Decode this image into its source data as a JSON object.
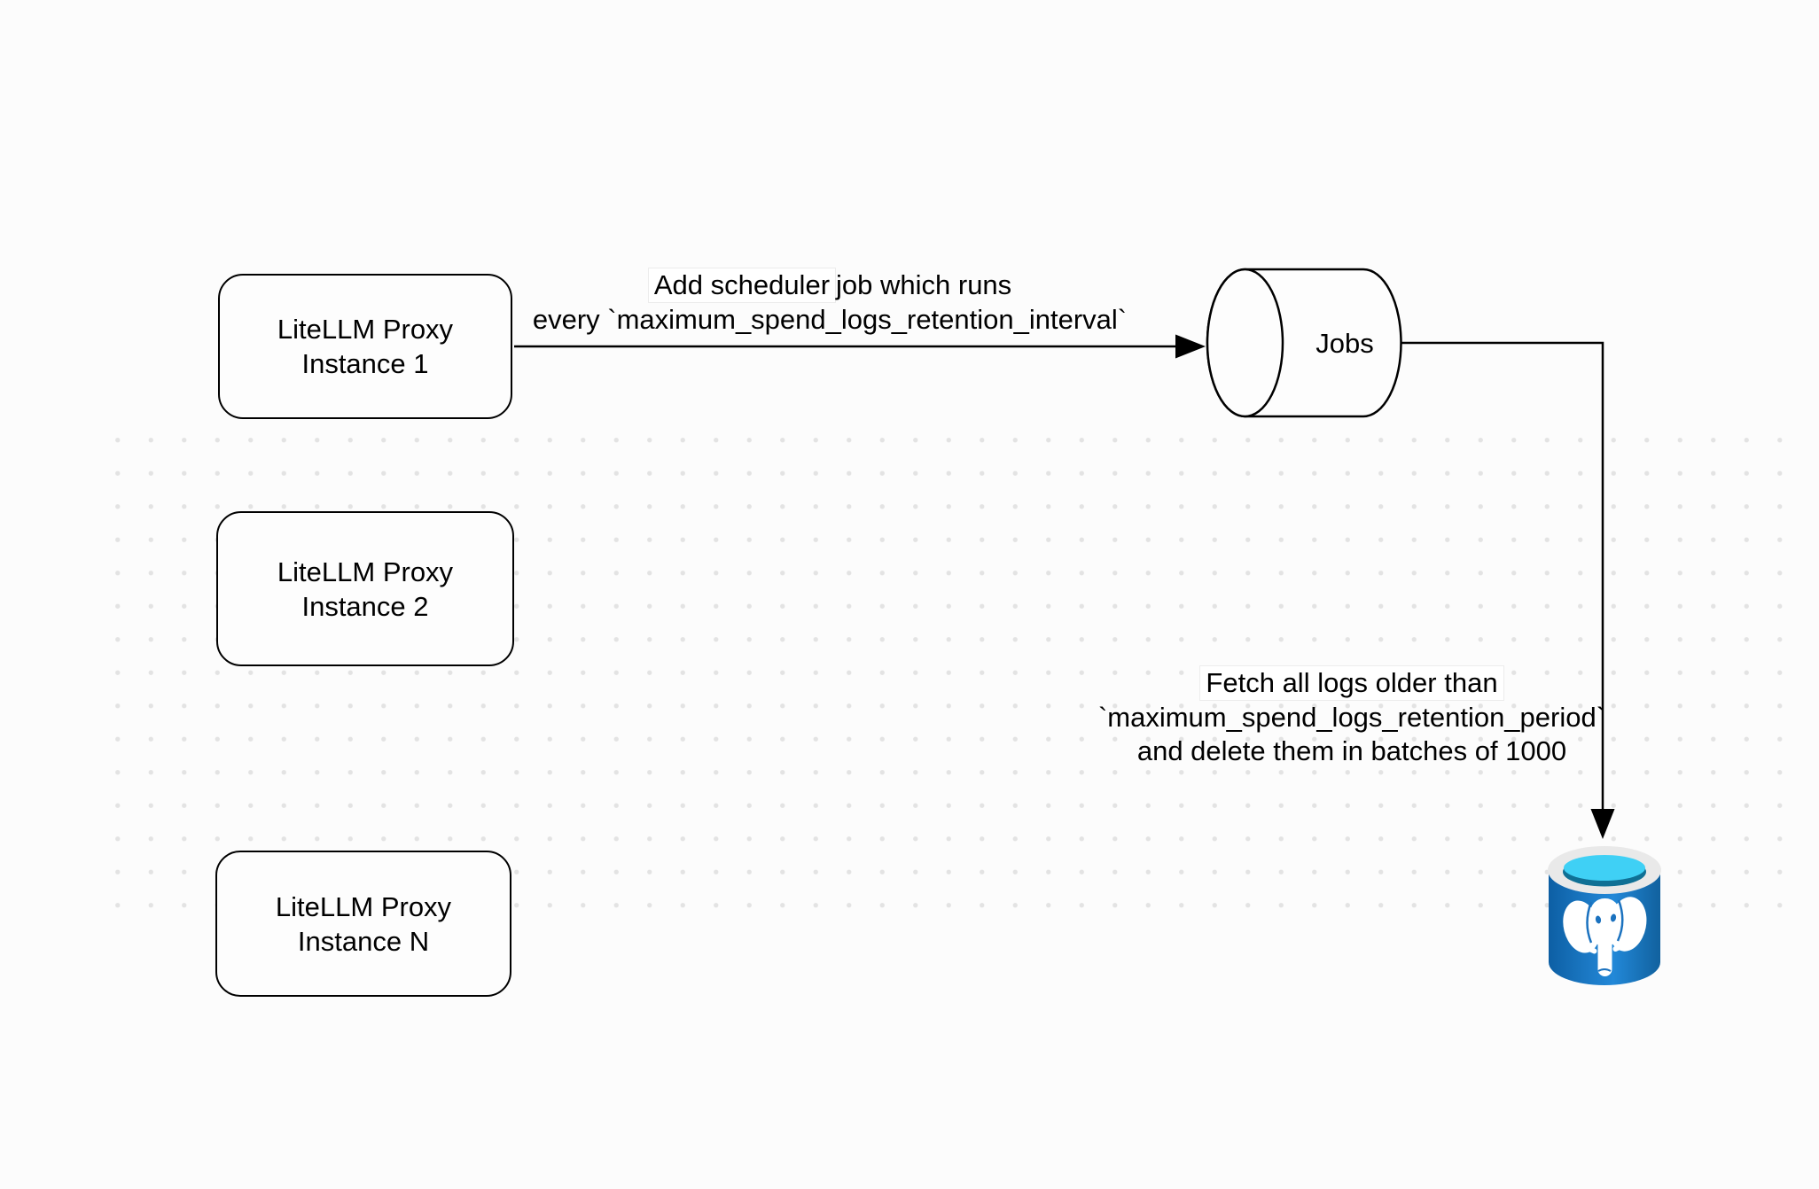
{
  "diagram": {
    "nodes": {
      "instance1": {
        "lines": [
          "LiteLLM Proxy",
          "Instance 1"
        ]
      },
      "instance2": {
        "lines": [
          "LiteLLM Proxy",
          "Instance 2"
        ]
      },
      "instanceN": {
        "lines": [
          "LiteLLM Proxy",
          "Instance N"
        ]
      },
      "jobs": {
        "label": "Jobs"
      },
      "postgres": {
        "icon": "postgresql-database-icon"
      }
    },
    "edges": {
      "scheduler": {
        "line1_boxed": "Add scheduler ",
        "line1_rest": "job which runs",
        "line2": "every `maximum_spend_logs_retention_interval`"
      },
      "fetch": {
        "line1": "Fetch all logs older than",
        "line2": "`maximum_spend_logs_retention_period`",
        "line3": "and delete them in batches of 1000"
      }
    }
  },
  "colors": {
    "bg": "#fcfcfc",
    "dot": "#e3e3e3",
    "stroke": "#000000",
    "node-fill": "#fdfdfd",
    "label-bg": "#ffffff",
    "label-border": "#ececec",
    "pg-blue": "#1e7ecb",
    "pg-blue-dark": "#0d5fa4",
    "pg-cyan": "#3fd0f5",
    "pg-teal": "#0f7095",
    "pg-rim": "#e9e9e9"
  }
}
